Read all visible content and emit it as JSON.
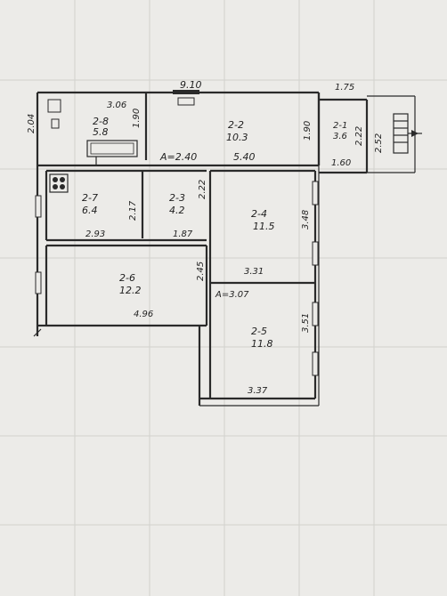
{
  "plan": {
    "dims": {
      "top_total": "9.10",
      "top_room8": "3.06",
      "top_balcony": "1.75",
      "left_room8": "2.04",
      "room8_vert": "1.90",
      "room2_vert": "1.90",
      "corridor_a": "A=2.40",
      "corridor_len": "5.40",
      "room7_vert": "2.17",
      "room7_horiz": "2.93",
      "room3_vert": "2.22",
      "room3_horiz": "1.87",
      "room1_vert": "2.22",
      "room1_horiz": "1.60",
      "balcony_vert": "2.52",
      "room4_vert": "3.48",
      "room4_horiz": "3.31",
      "room6_vert": "2.45",
      "room6_horiz": "4.96",
      "corr_b": "A=3.07",
      "room5_vert": "3.51",
      "room5_horiz": "3.37"
    },
    "rooms": [
      {
        "id": "2-8",
        "area": "5.8"
      },
      {
        "id": "2-2",
        "area": "10.3"
      },
      {
        "id": "2-1",
        "area": "3.6"
      },
      {
        "id": "2-7",
        "area": "6.4"
      },
      {
        "id": "2-3",
        "area": "4.2"
      },
      {
        "id": "2-4",
        "area": "11.5"
      },
      {
        "id": "2-6",
        "area": "12.2"
      },
      {
        "id": "2-5",
        "area": "11.8"
      }
    ]
  }
}
